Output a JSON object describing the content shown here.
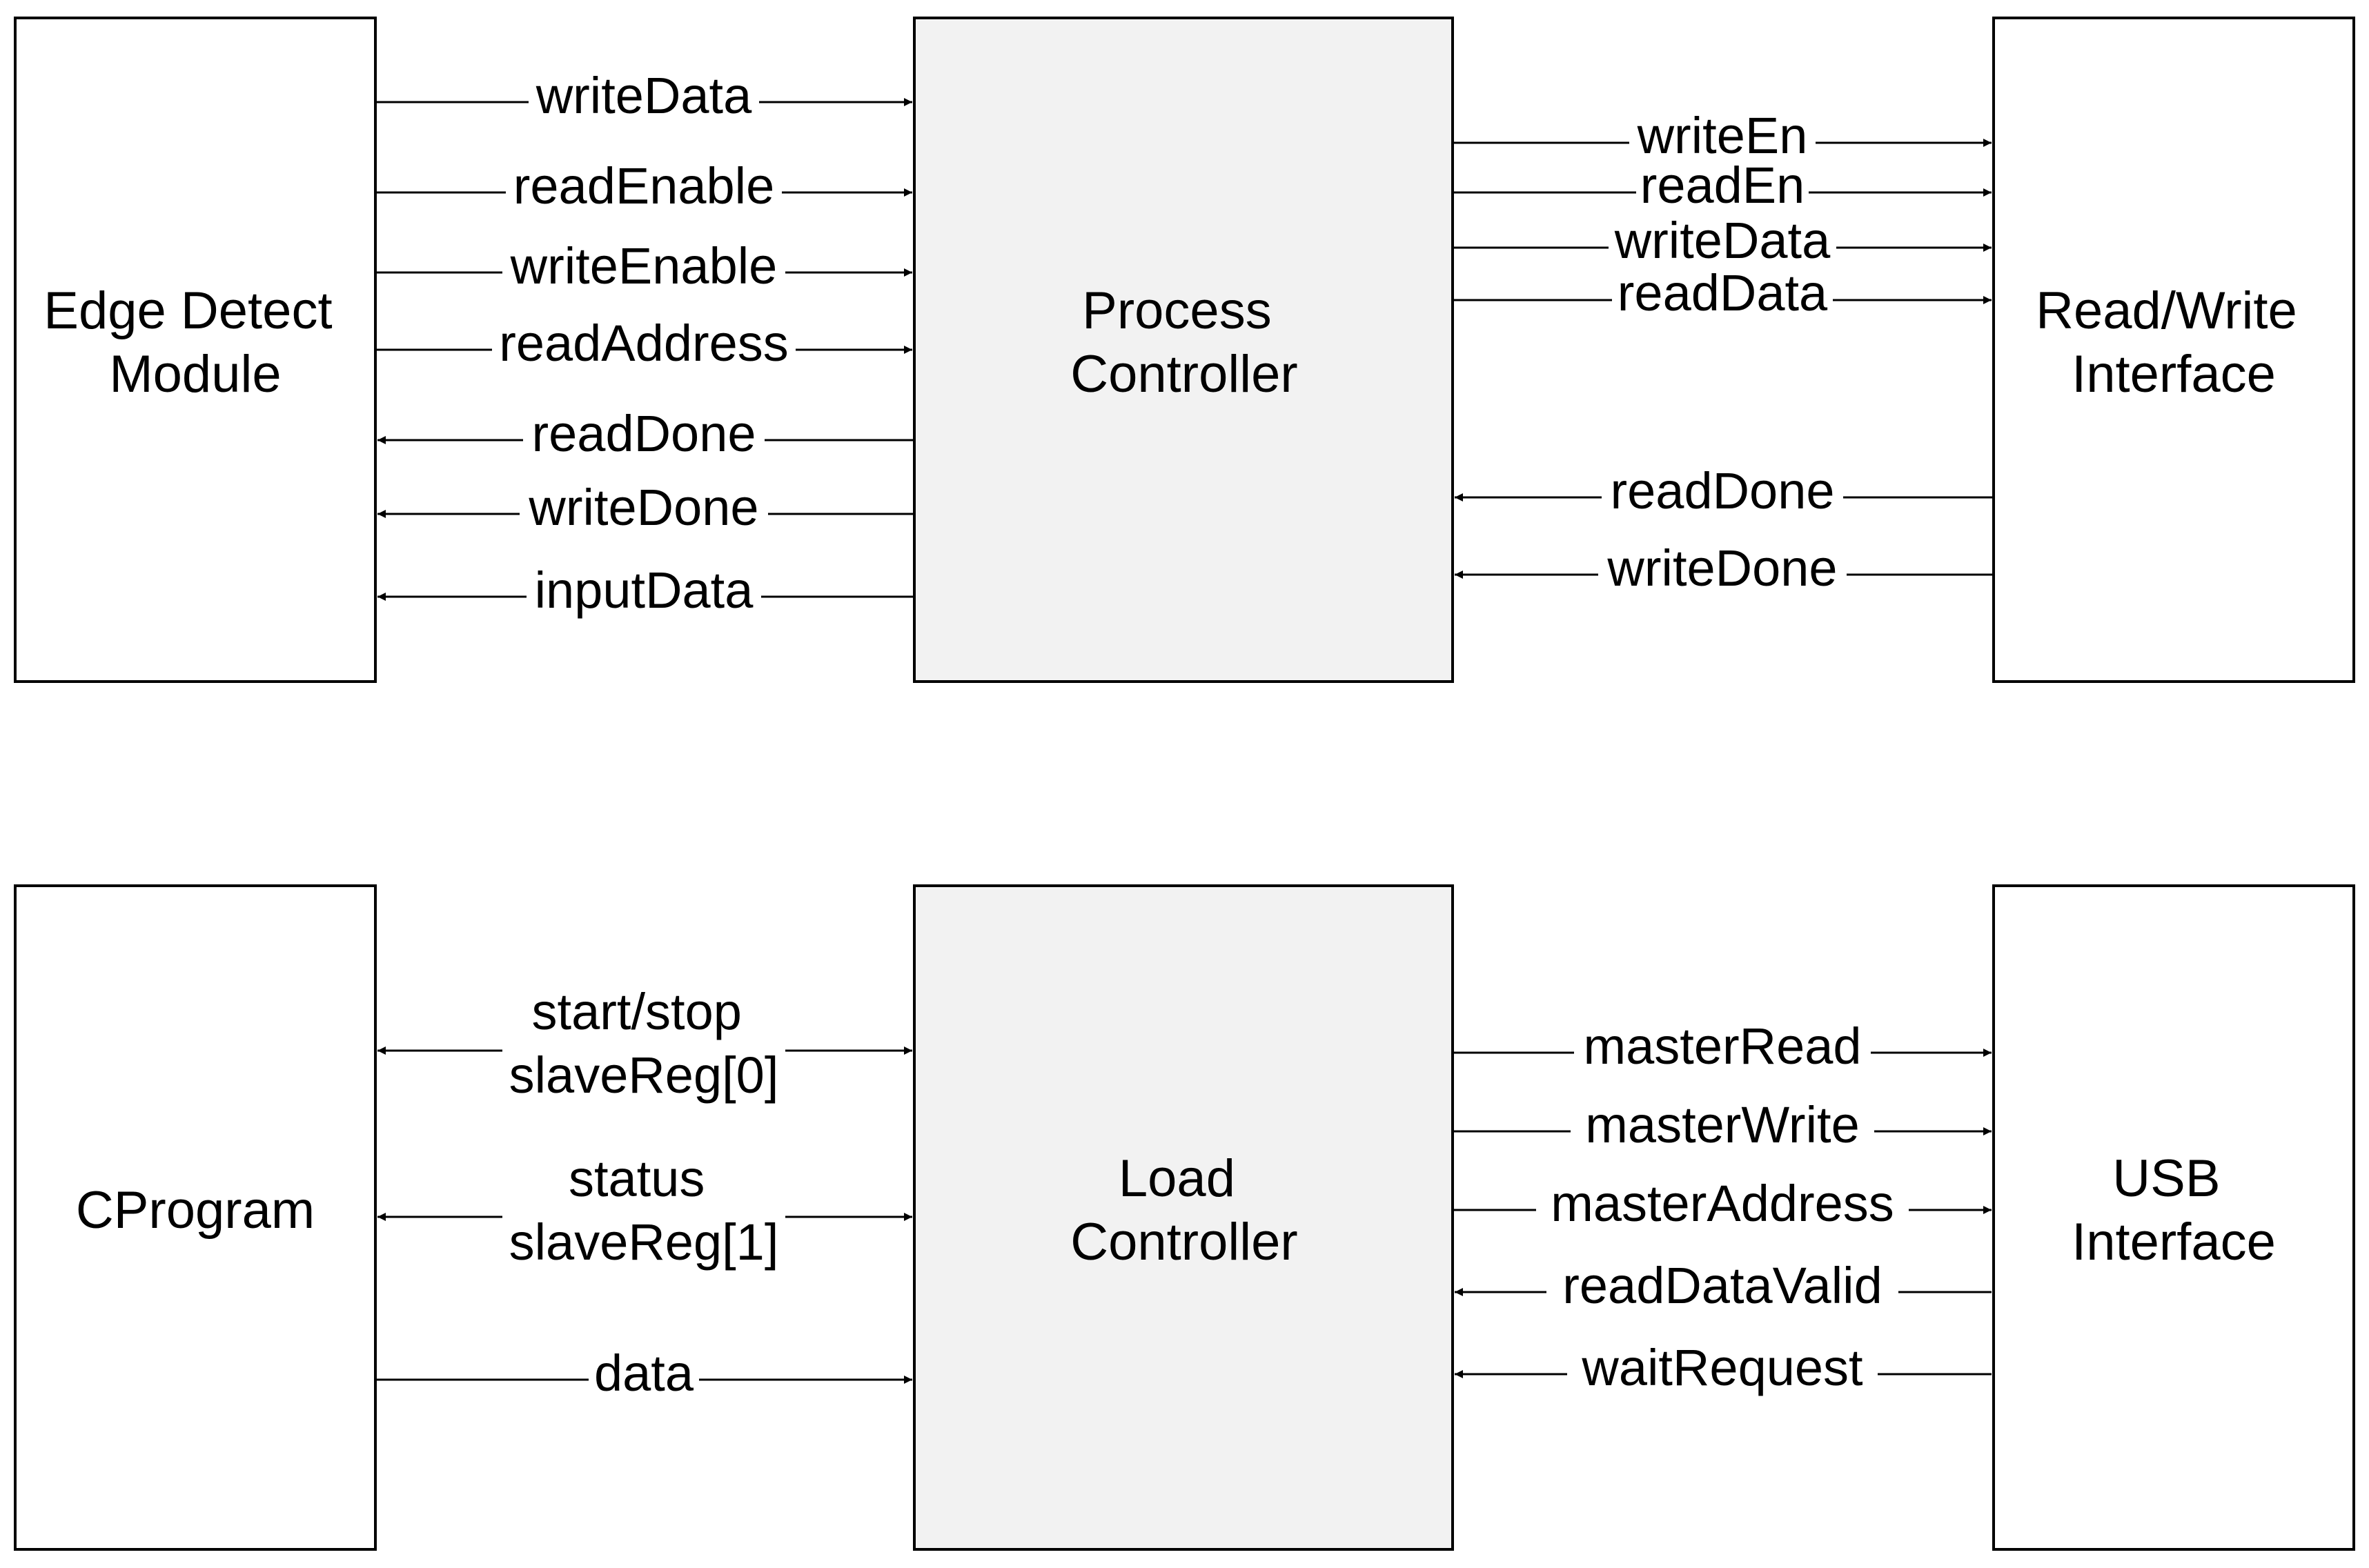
{
  "diagram": {
    "blocks": {
      "edge_detect": {
        "lines": [
          "Edge Detect",
          "Module"
        ]
      },
      "process_controller": {
        "lines": [
          "Process",
          "Controller"
        ]
      },
      "read_write": {
        "lines": [
          "Read/Write",
          "Interface"
        ]
      },
      "cprogram": {
        "lines": [
          "CProgram"
        ]
      },
      "load_controller": {
        "lines": [
          "Load",
          "Controller"
        ]
      },
      "usb": {
        "lines": [
          "USB",
          "Interface"
        ]
      }
    },
    "signals": {
      "edge_process": [
        "writeData",
        "readEnable",
        "writeEnable",
        "readAddress",
        "readDone",
        "writeDone",
        "inputData"
      ],
      "process_rw": [
        "writeEn",
        "readEn",
        "writeData",
        "readData",
        "readDone",
        "writeDone"
      ],
      "cprogram_load": [
        {
          "lines": [
            "start/stop",
            "slaveReg[0]"
          ]
        },
        {
          "lines": [
            "status",
            "slaveReg[1]"
          ]
        },
        {
          "lines": [
            "data"
          ]
        }
      ],
      "load_usb": [
        "masterRead",
        "masterWrite",
        "masterAddress",
        "readDataValid",
        "waitRequest"
      ]
    }
  }
}
